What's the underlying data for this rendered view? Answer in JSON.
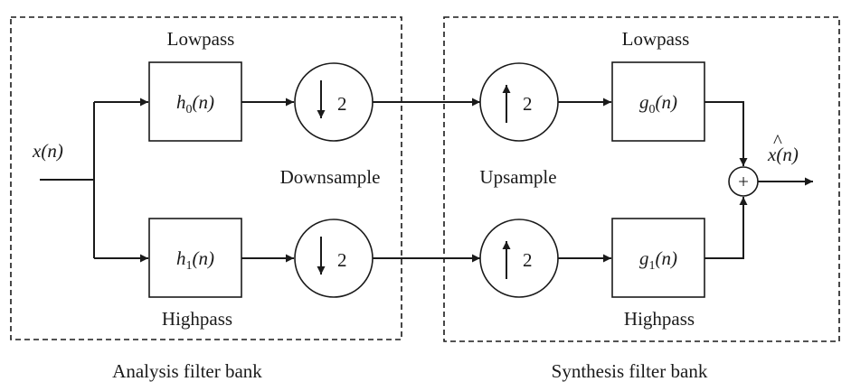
{
  "input_signal": "x(n)",
  "output_signal": "x(n)",
  "output_hat": "^",
  "analysis": {
    "caption": "Analysis filter bank",
    "lowpass_label": "Lowpass",
    "highpass_label": "Highpass",
    "stage_label": "Downsample",
    "filters": [
      {
        "name": "h",
        "sub": "0",
        "arg": "(n)"
      },
      {
        "name": "h",
        "sub": "1",
        "arg": "(n)"
      }
    ],
    "factor": "2"
  },
  "synthesis": {
    "caption": "Synthesis filter bank",
    "lowpass_label": "Lowpass",
    "highpass_label": "Highpass",
    "stage_label": "Upsample",
    "filters": [
      {
        "name": "g",
        "sub": "0",
        "arg": "(n)"
      },
      {
        "name": "g",
        "sub": "1",
        "arg": "(n)"
      }
    ],
    "factor": "2"
  },
  "adder_symbol": "+"
}
